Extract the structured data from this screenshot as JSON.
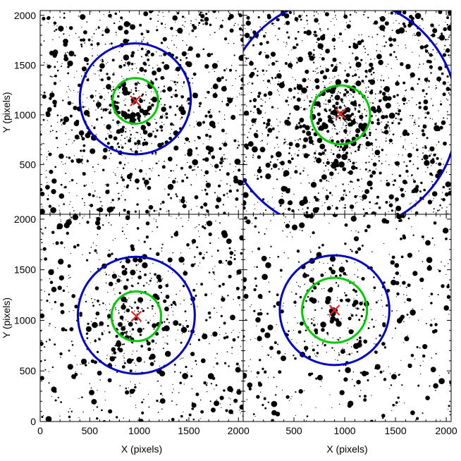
{
  "chart_data": [
    {
      "type": "scatter",
      "panel": "top-left",
      "xlabel": "",
      "ylabel": "Y (pixels)",
      "xlim": [
        0,
        2048
      ],
      "ylim": [
        0,
        2048
      ],
      "x_ticks": [],
      "y_ticks": [
        "500",
        "1000",
        "1500",
        "2000"
      ],
      "center": {
        "x": 960,
        "y": 1140
      },
      "circles": [
        {
          "color": "#00cc00",
          "cx": 960,
          "cy": 1140,
          "r": 230
        },
        {
          "color": "#0000cc",
          "cx": 960,
          "cy": 1160,
          "r": 560
        }
      ],
      "marker_color": "#ee2222",
      "star_density": 1.0
    },
    {
      "type": "scatter",
      "panel": "top-right",
      "xlabel": "",
      "ylabel": "",
      "xlim": [
        0,
        2048
      ],
      "ylim": [
        0,
        2048
      ],
      "x_ticks": [],
      "y_ticks": [],
      "center": {
        "x": 960,
        "y": 1010
      },
      "circles": [
        {
          "color": "#00cc00",
          "cx": 960,
          "cy": 1000,
          "r": 290
        },
        {
          "color": "#0000cc",
          "cx": 960,
          "cy": 1000,
          "r": 1150
        }
      ],
      "marker_color": "#ee2222",
      "star_density": 1.3
    },
    {
      "type": "scatter",
      "panel": "bottom-left",
      "xlabel": "X (pixels)",
      "ylabel": "Y (pixels)",
      "xlim": [
        0,
        2048
      ],
      "ylim": [
        0,
        2048
      ],
      "x_ticks": [
        "0",
        "500",
        "1000",
        "1500",
        "2000"
      ],
      "y_ticks": [
        "0",
        "500",
        "1000",
        "1500",
        "2000"
      ],
      "center": {
        "x": 970,
        "y": 1040
      },
      "circles": [
        {
          "color": "#00cc00",
          "cx": 970,
          "cy": 1040,
          "r": 250
        },
        {
          "color": "#0000cc",
          "cx": 970,
          "cy": 1050,
          "r": 590
        }
      ],
      "marker_color": "#ee2222",
      "star_density": 0.7
    },
    {
      "type": "scatter",
      "panel": "bottom-right",
      "xlabel": "X (pixels)",
      "ylabel": "",
      "xlim": [
        0,
        2048
      ],
      "ylim": [
        0,
        2048
      ],
      "x_ticks": [
        "500",
        "1000",
        "1500",
        "2000"
      ],
      "y_ticks": [],
      "center": {
        "x": 900,
        "y": 1100
      },
      "circles": [
        {
          "color": "#00cc00",
          "cx": 900,
          "cy": 1100,
          "r": 320
        },
        {
          "color": "#0000cc",
          "cx": 900,
          "cy": 1100,
          "r": 540
        }
      ],
      "marker_color": "#ee2222",
      "star_density": 0.55
    }
  ]
}
